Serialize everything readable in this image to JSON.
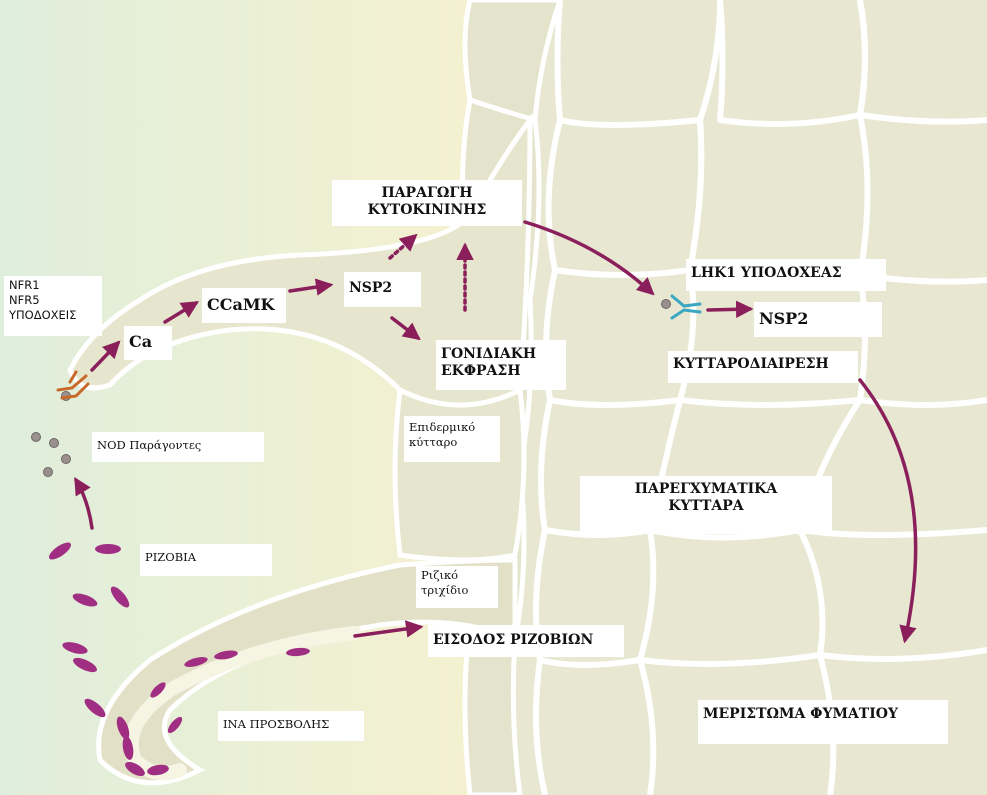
{
  "labels": {
    "nfr_receptors": "NFR1\nNFR5\nΥΠΟΔΟΧΕΙΣ",
    "ca": "Ca",
    "ccamk": "CCaMK",
    "nsp2_left": "NSP2",
    "cytokinin": "ΠΑΡΑΓΩΓΗ\nΚΥΤΟΚΙΝΙΝΗΣ",
    "gene_expression": "ΓΟΝΙΔΙΑΚΗ\nΕΚΦΡΑΣΗ",
    "lhk1": "LHK1 ΥΠΟΔΟΧΕΑΣ",
    "nsp2_right": "NSP2",
    "cell_division": "ΚΥΤΤΑΡΟΔΙΑΙΡΕΣΗ",
    "nod_factors": "NOD Παράγοντες",
    "epidermal_cell": "Επιδερμικό\nκύτταρο",
    "parenchyma": "ΠΑΡΕΓΧΥΜΑΤΙΚΑ\nΚΥΤΤΑΡΑ",
    "rhizobia": "ΡΙΖΟΒΙΑ",
    "root_hair": "Ριζικό\nτριχίδιο",
    "rhizobia_entry": "ΕΙΣΟΔΟΣ ΡΙΖΟΒΙΩΝ",
    "infection_thread": "ΙΝΑ ΠΡΟΣΒΟΛΗΣ",
    "nodule_meristem": "ΜΕΡΙΣΤΩΜΑ ΦΥΜΑΤΙΟΥ"
  },
  "colors": {
    "background_left": "#dfeedc",
    "background_mid": "#f6f1cf",
    "cell_fill": "#e8e7d2",
    "cell_stroke": "#ffffff",
    "arrow": "#8a1f5c",
    "rhizobium": "#a02f83",
    "nfr_receptor": "#c8692a",
    "lhk1_receptor": "#3aa6c2",
    "nod_factor": "#9a918f"
  }
}
